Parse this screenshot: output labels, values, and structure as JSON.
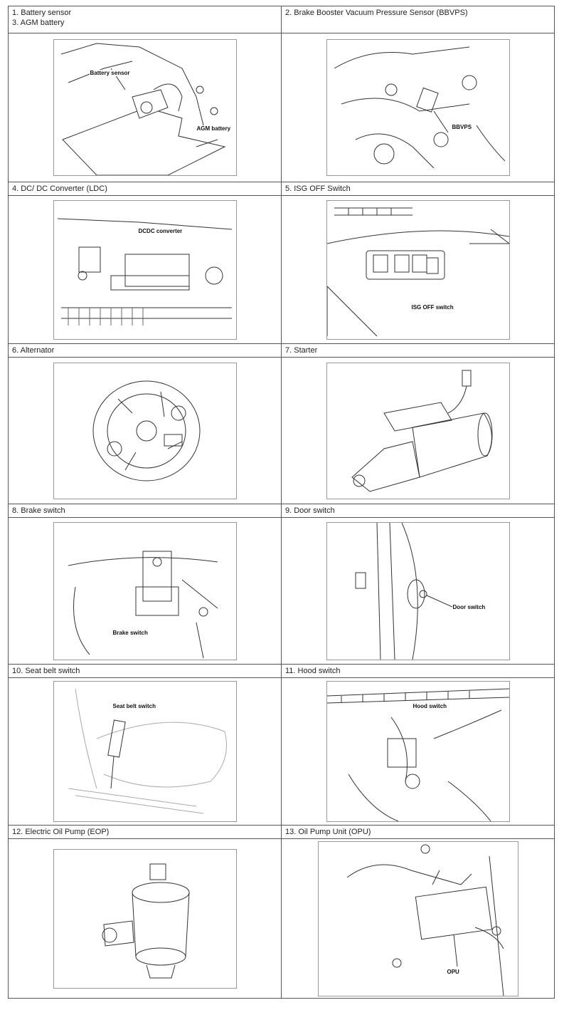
{
  "rows": [
    {
      "left": {
        "lines": [
          "1. Battery sensor",
          "3. AGM battery"
        ],
        "callouts": [
          "Battery sensor",
          "AGM battery"
        ]
      },
      "right": {
        "lines": [
          "2. Brake Booster Vacuum Pressure Sensor (BBVPS)"
        ],
        "callouts": [
          "BBVPS"
        ]
      }
    },
    {
      "left": {
        "lines": [
          "4. DC/ DC Converter (LDC)"
        ],
        "callouts": [
          "DCDC converter"
        ]
      },
      "right": {
        "lines": [
          "5. ISG OFF Switch"
        ],
        "callouts": [
          "ISG OFF switch"
        ]
      }
    },
    {
      "left": {
        "lines": [
          "6. Alternator"
        ],
        "callouts": []
      },
      "right": {
        "lines": [
          "7. Starter"
        ],
        "callouts": []
      }
    },
    {
      "left": {
        "lines": [
          "8. Brake switch"
        ],
        "callouts": [
          "Brake switch"
        ]
      },
      "right": {
        "lines": [
          "9. Door switch"
        ],
        "callouts": [
          "Door switch"
        ]
      }
    },
    {
      "left": {
        "lines": [
          "10. Seat belt switch"
        ],
        "callouts": [
          "Seat belt switch"
        ]
      },
      "right": {
        "lines": [
          "11. Hood switch"
        ],
        "callouts": [
          "Hood switch"
        ]
      }
    },
    {
      "left": {
        "lines": [
          "12. Electric Oil Pump (EOP)"
        ],
        "callouts": []
      },
      "right": {
        "lines": [
          "13. Oil Pump Unit (OPU)"
        ],
        "callouts": [
          "OPU"
        ]
      }
    }
  ]
}
